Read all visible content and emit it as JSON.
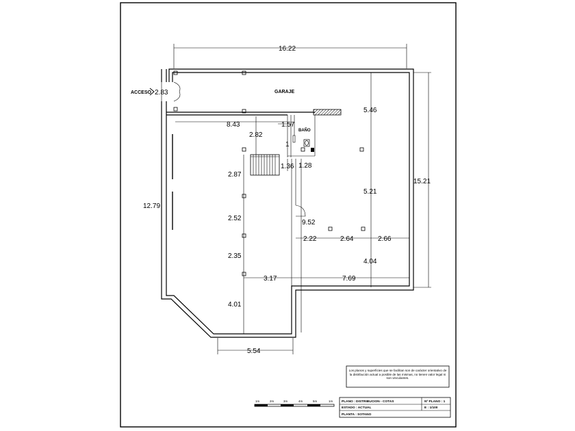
{
  "plan": {
    "rooms": {
      "garage": "GARAJE",
      "bathroom": "BAÑO",
      "access": "ACCESO"
    },
    "dimensions": {
      "top_width": "16.22",
      "right_height": "15.21",
      "left_height": "12.79",
      "access_width": "2.83",
      "garage_depth": "5.46",
      "right_mid": "5.21",
      "right_low": "4.04",
      "garage_wall_len": "8.43",
      "wall_b": "2.82",
      "bath_w": "1.57",
      "bath_small": "1",
      "stair_w": "1.36",
      "bath_d": "1.28",
      "col_a": "2.87",
      "col_b": "2.52",
      "col_c": "2.35",
      "col_d": "4.01",
      "corridor": "9.52",
      "span_a": "2.22",
      "span_b": "2.64",
      "span_c": "2.66",
      "step_w": "3.17",
      "right_w": "7.69",
      "bottom_w": "5.54"
    }
  },
  "disclaimer": "Los planos y superficies que se facilitan son de carácter orientativo de la distribución actual a posible de las mismas, no tienen valor legal ni son vinculantes.",
  "scale_bar": [
    "1m",
    "2m",
    "3m",
    "4m",
    "5m",
    "1m"
  ],
  "title_block": {
    "plano": "PLANO : DISTRIBUCION - COTAS",
    "estado": "ESTADO : ACTUAL",
    "planta": "PLANTA : SOTANO",
    "numero": "Nº PLANO : 1",
    "escala": "E : 1/100"
  }
}
